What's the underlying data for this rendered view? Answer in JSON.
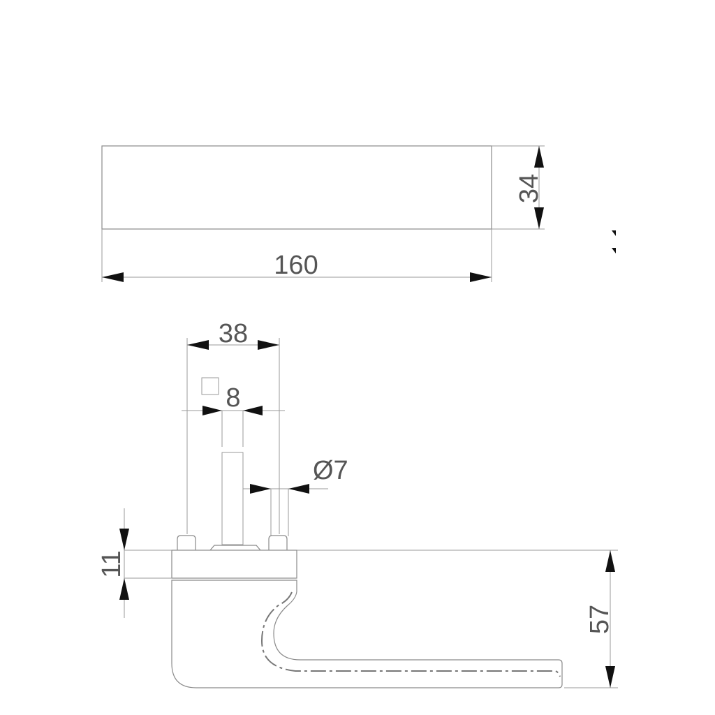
{
  "dimensions": {
    "length": "160",
    "height_top": "34",
    "rose_width": "38",
    "square_spindle": "8",
    "screw_diameter": "Ø7",
    "rose_thickness": "11",
    "projection": "57"
  }
}
